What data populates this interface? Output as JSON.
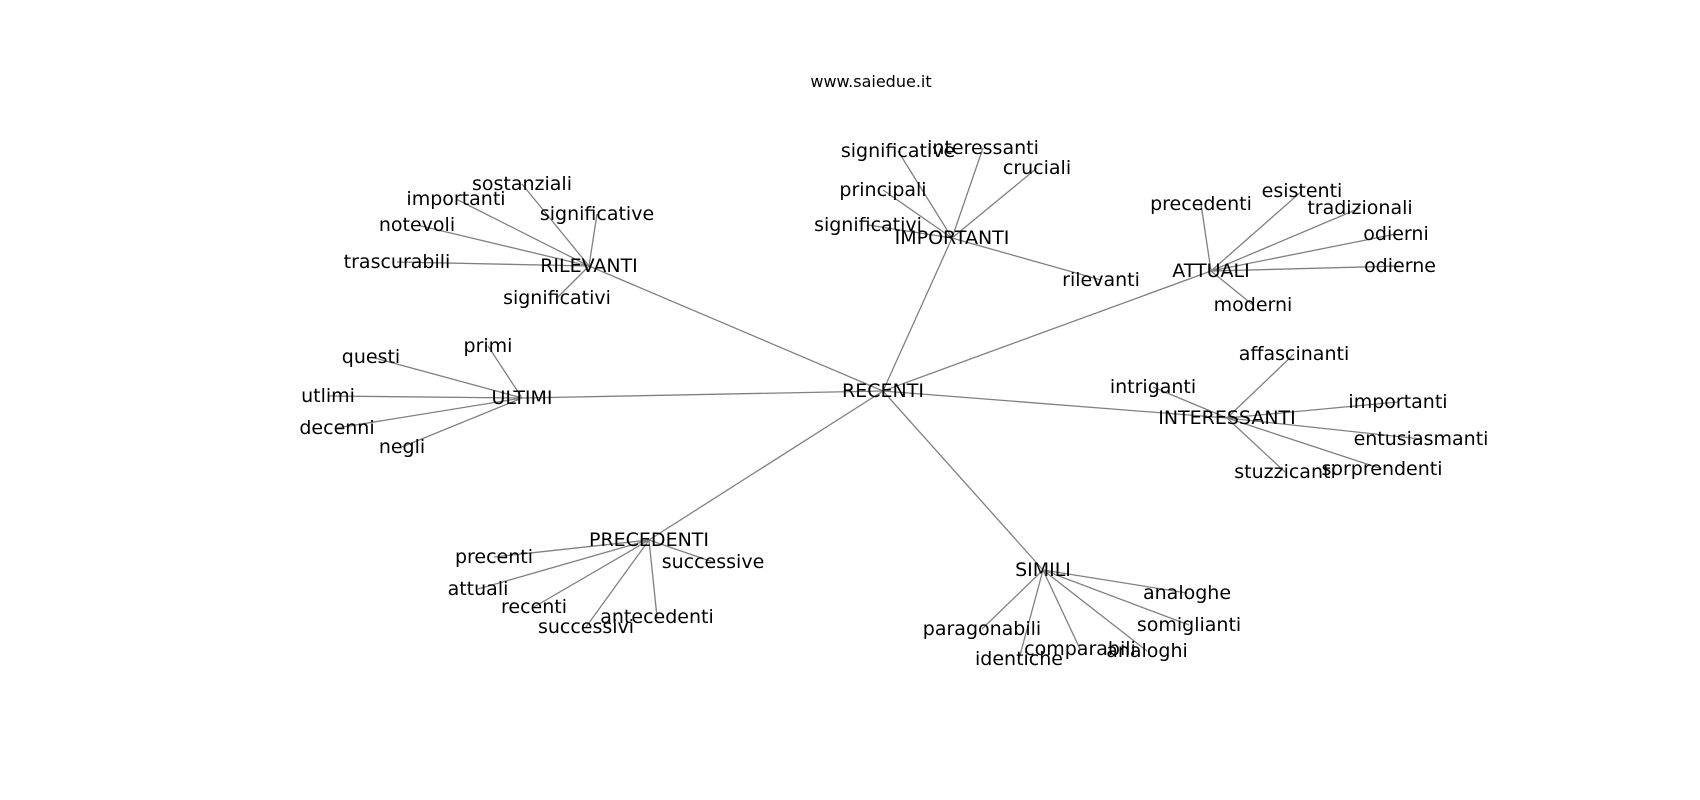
{
  "site": "www.saiedue.it",
  "colors": {
    "edge": "#808080",
    "text": "#000000",
    "background": "#ffffff"
  },
  "center": {
    "label": "RECENTI"
  },
  "clusters": [
    {
      "label": "RILEVANTI",
      "leaves": [
        "sostanziali",
        "importanti",
        "significative",
        "notevoli",
        "trascurabili",
        "significativi"
      ]
    },
    {
      "label": "IMPORTANTI",
      "leaves": [
        "significative",
        "interessanti",
        "cruciali",
        "principali",
        "significativi",
        "rilevanti"
      ]
    },
    {
      "label": "ATTUALI",
      "leaves": [
        "precedenti",
        "esistenti",
        "tradizionali",
        "odierni",
        "odierne",
        "moderni"
      ]
    },
    {
      "label": "ULTIMI",
      "leaves": [
        "questi",
        "primi",
        "utlimi",
        "decenni",
        "negli"
      ]
    },
    {
      "label": "INTERESSANTI",
      "leaves": [
        "affascinanti",
        "intriganti",
        "importanti",
        "entusiasmanti",
        "stuzzicanti",
        "sorprendenti"
      ]
    },
    {
      "label": "PRECEDENTI",
      "leaves": [
        "precenti",
        "successive",
        "attuali",
        "recenti",
        "antecedenti",
        "successivi"
      ]
    },
    {
      "label": "SIMILI",
      "leaves": [
        "analoghe",
        "somiglianti",
        "paragonabili",
        "comparabili",
        "analoghi",
        "identiche"
      ]
    }
  ]
}
